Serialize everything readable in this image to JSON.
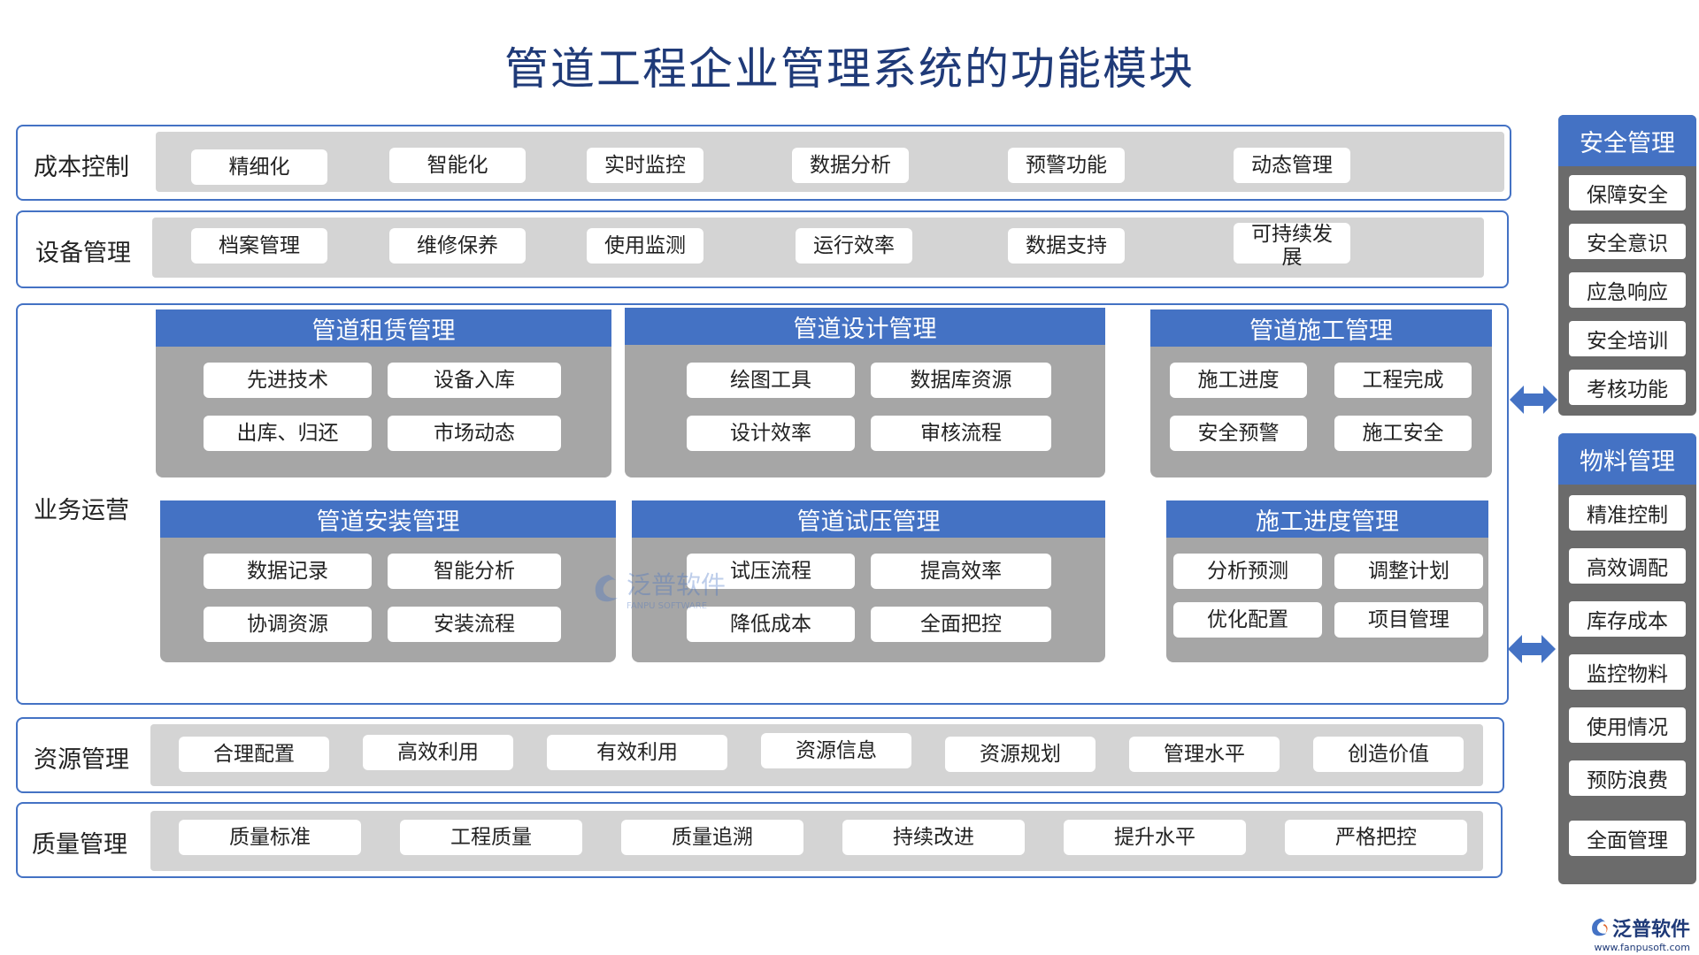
{
  "title": "管道工程企业管理系统的功能模块",
  "colors": {
    "accent": "#4472c4",
    "title": "#1f3a78",
    "module_bg": "#a6a6a6",
    "side_bg": "#6b6b6b",
    "track_bg": "#d4d4d4"
  },
  "rows": {
    "cost": {
      "label": "成本控制",
      "items": [
        "精细化",
        "智能化",
        "实时监控",
        "数据分析",
        "预警功能",
        "动态管理"
      ]
    },
    "equipment": {
      "label": "设备管理",
      "items": [
        "档案管理",
        "维修保养",
        "使用监测",
        "运行效率",
        "数据支持",
        "可持续发展"
      ]
    },
    "resource": {
      "label": "资源管理",
      "items": [
        "合理配置",
        "高效利用",
        "有效利用",
        "资源信息",
        "资源规划",
        "管理水平",
        "创造价值"
      ]
    },
    "quality": {
      "label": "质量管理",
      "items": [
        "质量标准",
        "工程质量",
        "质量追溯",
        "持续改进",
        "提升水平",
        "严格把控"
      ]
    }
  },
  "business": {
    "label": "业务运营",
    "modules": [
      {
        "title": "管道租赁管理",
        "items": [
          "先进技术",
          "设备入库",
          "出库、归还",
          "市场动态"
        ]
      },
      {
        "title": "管道设计管理",
        "items": [
          "绘图工具",
          "数据库资源",
          "设计效率",
          "审核流程"
        ]
      },
      {
        "title": "管道施工管理",
        "items": [
          "施工进度",
          "工程完成",
          "安全预警",
          "施工安全"
        ]
      },
      {
        "title": "管道安装管理",
        "items": [
          "数据记录",
          "智能分析",
          "协调资源",
          "安装流程"
        ]
      },
      {
        "title": "管道试压管理",
        "items": [
          "试压流程",
          "提高效率",
          "降低成本",
          "全面把控"
        ]
      },
      {
        "title": "施工进度管理",
        "items": [
          "分析预测",
          "调整计划",
          "优化配置",
          "项目管理"
        ]
      }
    ]
  },
  "side": {
    "safety": {
      "title": "安全管理",
      "items": [
        "保障安全",
        "安全意识",
        "应急响应",
        "安全培训",
        "考核功能"
      ]
    },
    "material": {
      "title": "物料管理",
      "items": [
        "精准控制",
        "高效调配",
        "库存成本",
        "监控物料",
        "使用情况",
        "预防浪费",
        "全面管理"
      ]
    }
  },
  "watermark": {
    "name": "泛普软件",
    "sub": "FANPU SOFTWARE"
  },
  "footer": {
    "name": "泛普软件",
    "url": "www.fanpusoft.com"
  }
}
